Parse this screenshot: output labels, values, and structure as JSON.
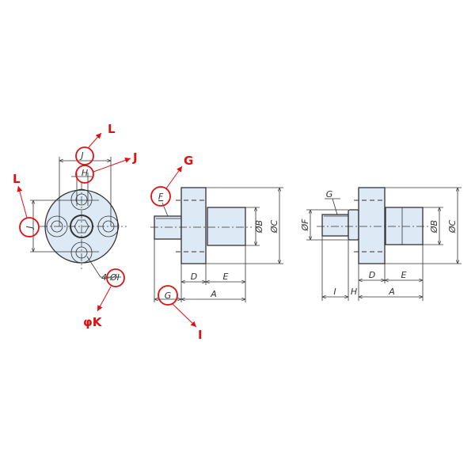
{
  "front_view": {
    "dims": {
      "outer_width": "J",
      "hex_width": "H",
      "vertical_pitch": "J",
      "hole_callout": "4-ØI"
    },
    "callouts": {
      "top": "L",
      "hex": "J",
      "left": "L",
      "hole": "φK"
    }
  },
  "side_view_1": {
    "dims": {
      "flange_thickness": "D",
      "shaft_length": "E",
      "overall": "A",
      "stud": "G",
      "shaft_dia": "ØB",
      "flange_dia": "ØC",
      "thread": "F"
    },
    "callouts": {
      "thread": "G",
      "stud": "I"
    }
  },
  "side_view_2": {
    "dims": {
      "thread": "G",
      "stud_dia": "ØF",
      "flange_thickness": "D",
      "shaft_length": "E",
      "stud_length": "I",
      "neck": "H",
      "overall": "A",
      "shaft_dia": "ØB",
      "flange_dia": "ØC"
    }
  },
  "colors": {
    "part_fill": "#dde9f5",
    "callout": "#e01010"
  }
}
